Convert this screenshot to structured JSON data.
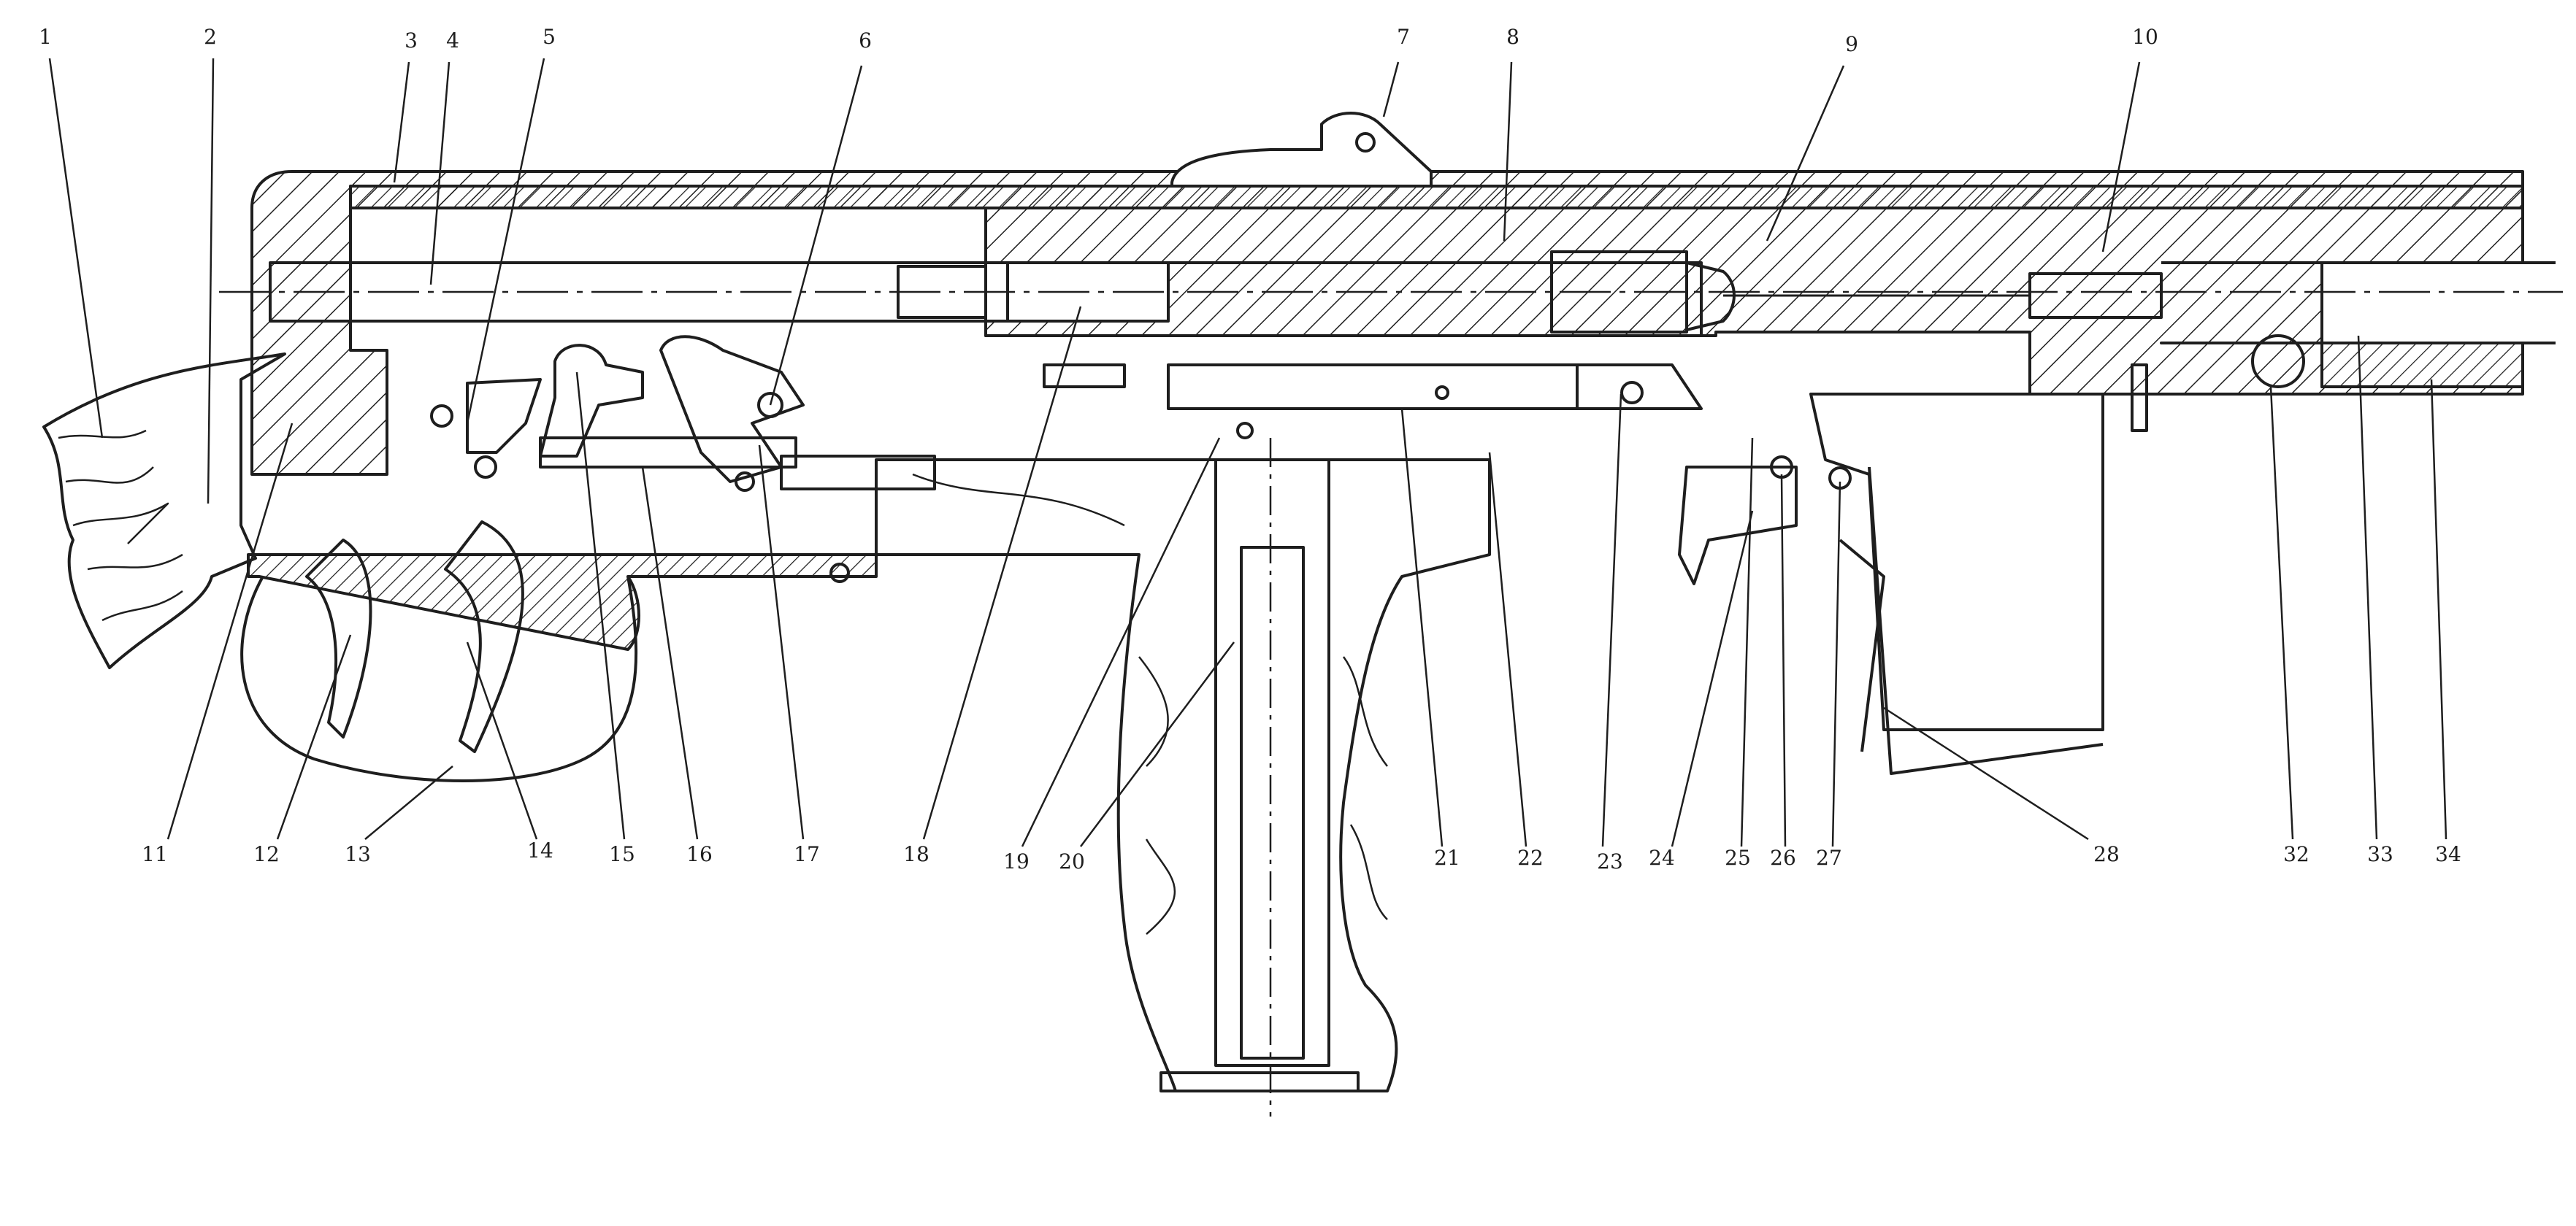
{
  "diagram": {
    "kind": "technical cross-section drawing",
    "line_color": "#1e1e1e",
    "background": "#ffffff",
    "callouts": [
      "1",
      "2",
      "3",
      "4",
      "5",
      "6",
      "7",
      "8",
      "9",
      "10",
      "11",
      "12",
      "13",
      "14",
      "15",
      "16",
      "17",
      "18",
      "19",
      "20",
      "21",
      "22",
      "23",
      "24",
      "25",
      "26",
      "27",
      "28",
      "32",
      "33",
      "34"
    ]
  }
}
